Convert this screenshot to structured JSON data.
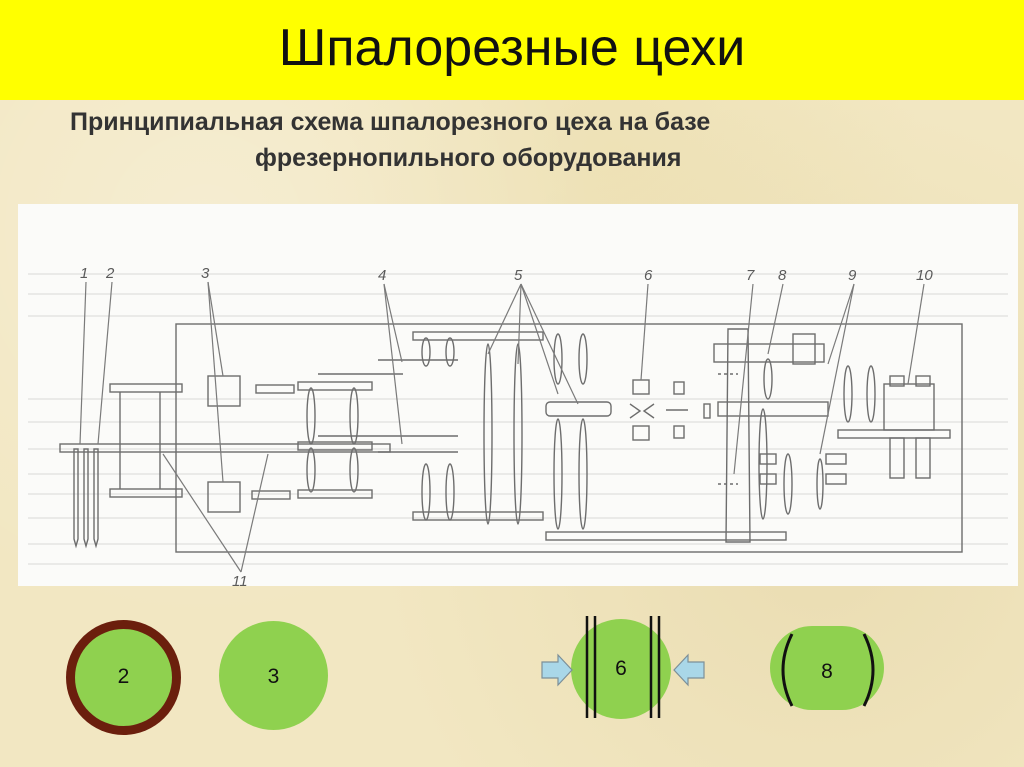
{
  "header": {
    "title": "Шпалорезные цехи",
    "background": "#ffff00"
  },
  "subtitle": {
    "line1": "Принципиальная схема шпалорезного цеха на базе",
    "line2": "фрезернопильного оборудования"
  },
  "scheme": {
    "callout_numbers": [
      "1",
      "2",
      "3",
      "4",
      "5",
      "6",
      "7",
      "8",
      "9",
      "10",
      "11"
    ]
  },
  "markers": [
    {
      "label": "2",
      "fill": "#8fd14f",
      "ring": "#6b1f0d"
    },
    {
      "label": "3",
      "fill": "#8fd14f"
    },
    {
      "label": "6",
      "fill": "#8fd14f",
      "arrow_fill": "#a9d7e8"
    },
    {
      "label": "8",
      "fill": "#8fd14f"
    }
  ]
}
